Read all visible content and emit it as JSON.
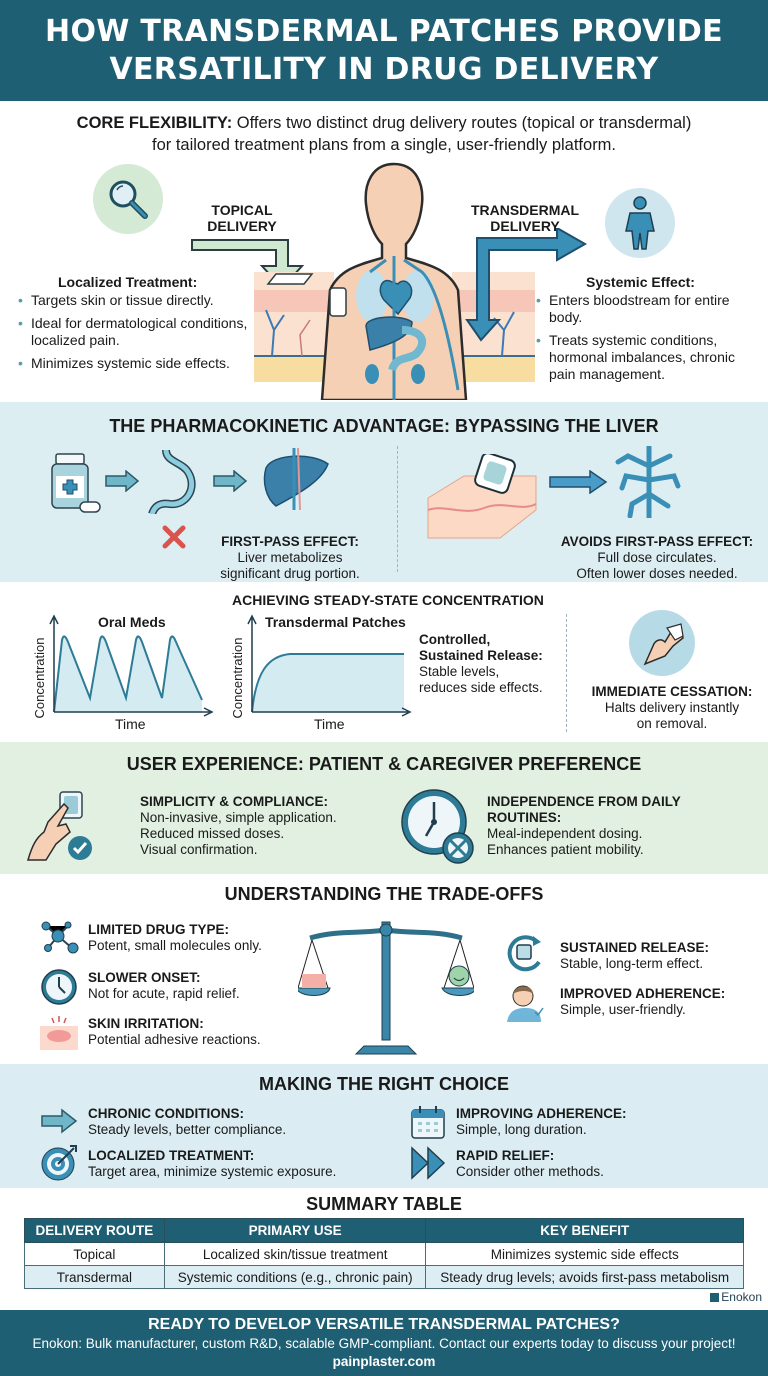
{
  "header": {
    "title_line1": "HOW TRANSDERMAL PATCHES PROVIDE",
    "title_line2": "VERSATILITY IN DRUG DELIVERY"
  },
  "core": {
    "label": "CORE FLEXIBILITY:",
    "text_line1": " Offers two distinct drug delivery routes (topical or transdermal)",
    "text_line2": "for tailored treatment plans from a single, user-friendly platform."
  },
  "hero": {
    "topical": {
      "arrow_label_line1": "TOPICAL",
      "arrow_label_line2": "DELIVERY",
      "heading": "Localized Treatment:",
      "bullets": [
        "Targets skin or tissue directly.",
        "Ideal for dermatological conditions, localized pain.",
        "Minimizes systemic side effects."
      ]
    },
    "transdermal": {
      "arrow_label_line1": "TRANSDERMAL",
      "arrow_label_line2": "DELIVERY",
      "heading": "Systemic Effect:",
      "bullets": [
        "Enters bloodstream for entire body.",
        "Treats systemic conditions, hormonal imbalances, chronic pain management."
      ]
    }
  },
  "pharmacokinetic": {
    "title": "THE PHARMACOKINETIC ADVANTAGE: BYPASSING THE LIVER",
    "oral": {
      "heading": "FIRST-PASS EFFECT:",
      "line1": "Liver metabolizes",
      "line2": "significant drug portion."
    },
    "patch": {
      "heading": "AVOIDS FIRST-PASS EFFECT:",
      "line1": "Full dose circulates.",
      "line2": "Often lower doses needed."
    }
  },
  "steady_state": {
    "title": "ACHIEVING STEADY-STATE CONCENTRATION",
    "release": {
      "heading_line1": "Controlled,",
      "heading_line2": "Sustained Release:",
      "body_line1": "Stable levels,",
      "body_line2": "reduces side effects."
    },
    "cessation": {
      "heading": "IMMEDIATE CESSATION:",
      "line1": "Halts delivery instantly",
      "line2": "on removal."
    }
  },
  "chart_data": [
    {
      "type": "line",
      "title": "Oral Meds",
      "xlabel": "Time",
      "ylabel": "Concentration",
      "series": [
        {
          "name": "Oral Meds",
          "description": "four sharp peaks and troughs",
          "x": [
            0,
            1,
            2.5,
            3.5,
            5,
            6,
            7.5,
            8.5,
            10,
            11,
            13
          ],
          "y": [
            0,
            90,
            20,
            90,
            20,
            90,
            20,
            90,
            20,
            90,
            15
          ]
        }
      ],
      "grid": false
    },
    {
      "type": "area",
      "title": "Transdermal Patches",
      "xlabel": "Time",
      "ylabel": "Concentration",
      "series": [
        {
          "name": "Transdermal Patches",
          "description": "rapid rise then flat plateau",
          "x": [
            0,
            1,
            2,
            3,
            5,
            10,
            13
          ],
          "y": [
            0,
            50,
            72,
            78,
            80,
            80,
            80
          ]
        }
      ],
      "grid": false
    }
  ],
  "user_experience": {
    "title": "USER EXPERIENCE: PATIENT & CAREGIVER PREFERENCE",
    "simplicity": {
      "heading": "SIMPLICITY & COMPLIANCE:",
      "lines": [
        "Non-invasive, simple application.",
        "Reduced missed doses.",
        "Visual confirmation."
      ]
    },
    "independence": {
      "heading_line1": "INDEPENDENCE FROM DAILY",
      "heading_line2": "ROUTINES:",
      "lines": [
        "Meal-independent dosing.",
        "Enhances patient mobility."
      ]
    }
  },
  "tradeoffs": {
    "title": "UNDERSTANDING THE TRADE-OFFS",
    "cons": [
      {
        "heading": "LIMITED DRUG TYPE:",
        "body": "Potent, small molecules only.",
        "icon": "molecule-icon"
      },
      {
        "heading": "SLOWER ONSET:",
        "body": "Not for acute, rapid relief.",
        "icon": "clock-icon"
      },
      {
        "heading": "SKIN IRRITATION:",
        "body": "Potential adhesive reactions.",
        "icon": "irritated-skin-icon"
      }
    ],
    "pros": [
      {
        "heading": "SUSTAINED RELEASE:",
        "body": "Stable, long-term effect.",
        "icon": "cycle-patch-icon"
      },
      {
        "heading": "IMPROVED ADHERENCE:",
        "body": "Simple, user-friendly.",
        "icon": "happy-patient-icon"
      }
    ]
  },
  "choice": {
    "title": "MAKING THE RIGHT CHOICE",
    "items": [
      {
        "heading": "CHRONIC CONDITIONS:",
        "body": "Steady levels, better compliance.",
        "icon": "arrow-right-icon"
      },
      {
        "heading": "IMPROVING ADHERENCE:",
        "body": "Simple, long duration.",
        "icon": "calendar-icon"
      },
      {
        "heading": "LOCALIZED TREATMENT:",
        "body": "Target area, minimize systemic exposure.",
        "icon": "target-icon"
      },
      {
        "heading": "RAPID RELIEF:",
        "body": "Consider other methods.",
        "icon": "fast-forward-icon"
      }
    ]
  },
  "summary": {
    "title": "SUMMARY TABLE",
    "columns": [
      "DELIVERY ROUTE",
      "PRIMARY USE",
      "KEY BENEFIT"
    ],
    "rows": [
      [
        "Topical",
        "Localized skin/tissue treatment",
        "Minimizes systemic side effects"
      ],
      [
        "Transdermal",
        "Systemic conditions (e.g., chronic pain)",
        "Steady drug levels; avoids first-pass metabolism"
      ]
    ]
  },
  "brand": {
    "name": "Enokon"
  },
  "footer": {
    "headline": "READY TO DEVELOP VERSATILE TRANSDERMAL PATCHES?",
    "body": "Enokon: Bulk manufacturer, custom R&D, scalable GMP-compliant. Contact our experts today to discuss your project!",
    "url": "painplaster.com"
  },
  "colors": {
    "primary_teal": "#1f5f73",
    "accent_blue": "#3a8fb7",
    "light_blue_bg": "#ddeef3",
    "light_green_bg": "#e2f0e2",
    "skin": "#f6d0b4",
    "error_red": "#d9534f"
  }
}
